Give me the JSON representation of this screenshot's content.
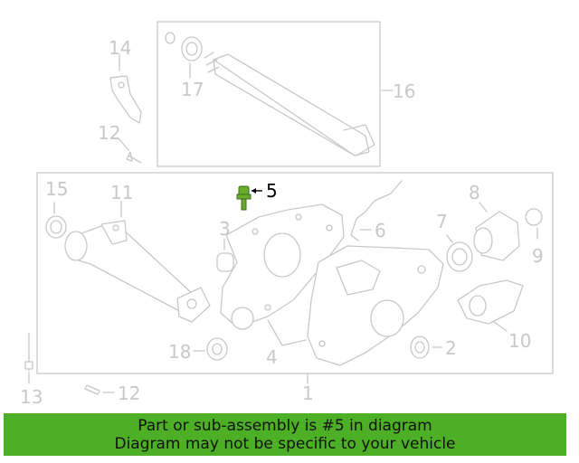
{
  "diagram": {
    "labels": {
      "l1": "1",
      "l2": "2",
      "l3": "3",
      "l4": "4",
      "l5": "5",
      "l6": "6",
      "l7": "7",
      "l8": "8",
      "l9": "9",
      "l10": "10",
      "l11": "11",
      "l12a": "12",
      "l12b": "12",
      "l13": "13",
      "l14": "14",
      "l15": "15",
      "l16": "16",
      "l17": "17",
      "l18": "18"
    },
    "highlight_color": "#6aab2e",
    "line_color": "#c8c8c8"
  },
  "banner": {
    "line1": "Part or sub-assembly is #5 in diagram",
    "line2": "Diagram may not be specific to your vehicle",
    "color": "#4caf25"
  }
}
